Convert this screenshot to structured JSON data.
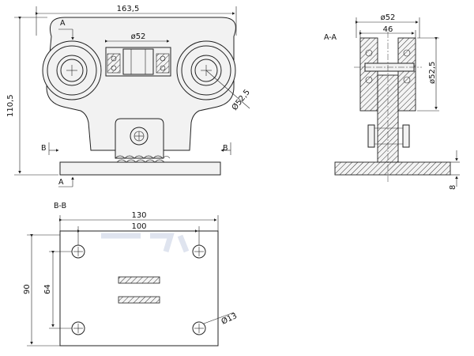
{
  "front_view": {
    "width_dim": "163,5",
    "height_dim": "110,5",
    "bearing_dim": "ø52",
    "wheel_dim": "Ø52,5",
    "section_mark_top": "A",
    "section_mark_bottom": "A",
    "section_mark_left": "B",
    "section_mark_right": "B"
  },
  "section_view": {
    "title": "A-A",
    "outer_dim": "ø52",
    "inner_dim": "46",
    "height_dim": "ø52,5",
    "plate_dim": "8"
  },
  "plate_view": {
    "title": "B-B",
    "width_outer": "130",
    "width_inner": "100",
    "height_outer": "90",
    "height_inner": "64",
    "hole_dim": "Ø13"
  },
  "colors": {
    "line": "#222222",
    "fill": "#f2f2f2",
    "watermark": "#b8c4dc"
  }
}
